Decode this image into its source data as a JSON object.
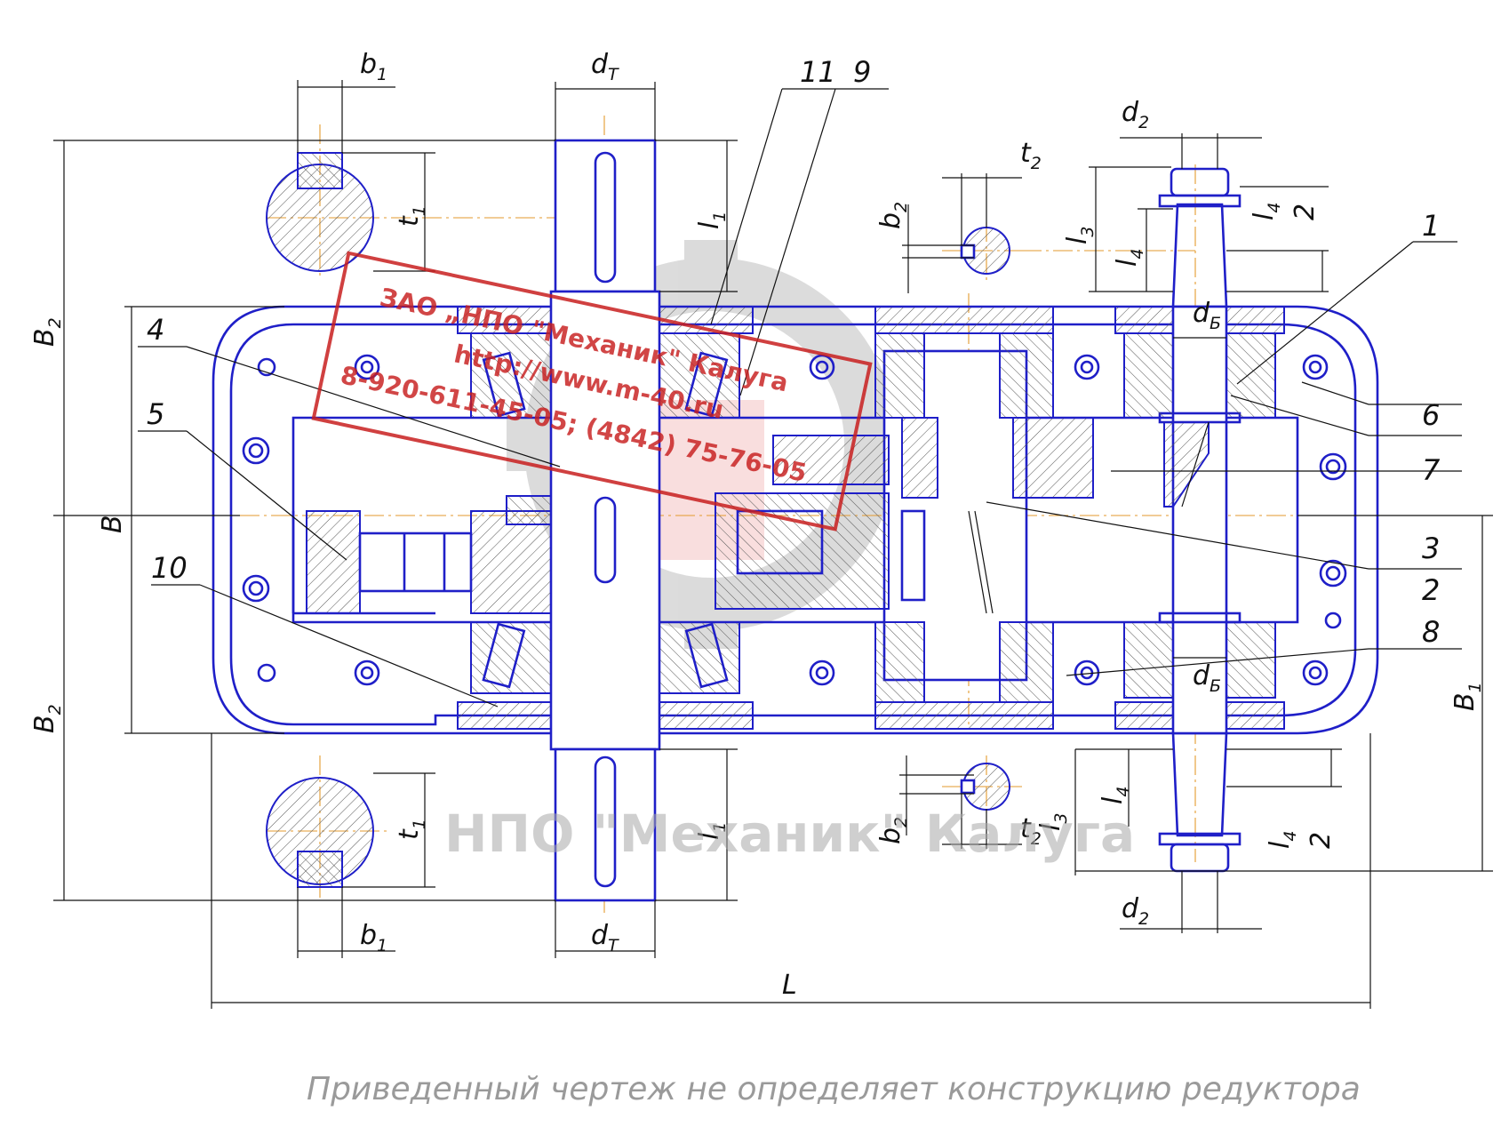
{
  "dimensions": {
    "b1": "b",
    "b1_sub": "1",
    "dT": "d",
    "dT_sub": "T",
    "t1": "t",
    "t1_sub": "1",
    "l1": "l",
    "l1_sub": "1",
    "B2": "B",
    "B2_sub": "2",
    "B": "B",
    "B1": "B",
    "B1_sub": "1",
    "L": "L",
    "d2": "d",
    "d2_sub": "2",
    "t2": "t",
    "t2_sub": "2",
    "b2": "b",
    "b2_sub": "2",
    "l3": "l",
    "l3_sub": "3",
    "l4": "l",
    "l4_sub": "4",
    "l4_half_den": "2",
    "dB": "d",
    "dB_sub": "Б"
  },
  "part_numbers": [
    "1",
    "2",
    "3",
    "4",
    "5",
    "6",
    "7",
    "8",
    "9",
    "10",
    "11"
  ],
  "stamp": {
    "line1": "ЗАО „НПО \"Механик\" Калуга",
    "line2": "http://www.m-40.ru",
    "line3": "8-920-611-45-05; (4842) 75-76-05",
    "color": "#c81e1e"
  },
  "watermark": "НПО \"Механик\" Калуга",
  "footnote": "Приведенный чертеж не определяет конструкцию редуктора",
  "colors": {
    "body_outline": "#1f1fc8",
    "axis": "#e39a2e",
    "dimension": "#111111"
  }
}
